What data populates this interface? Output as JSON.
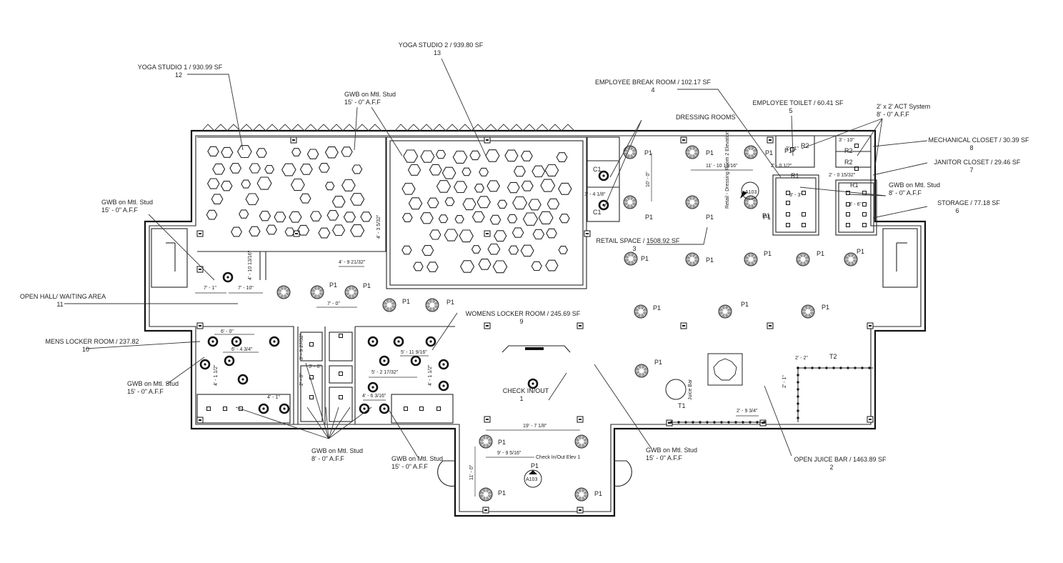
{
  "rooms": [
    {
      "name": "YOGA STUDIO 1 / 930.99 SF",
      "number": "12"
    },
    {
      "name": "YOGA STUDIO 2 / 939.80 SF",
      "number": "13"
    },
    {
      "name": "EMPLOYEE BREAK ROOM / 102.17 SF",
      "number": "4"
    },
    {
      "name": "EMPLOYEE TOILET / 60.41 SF",
      "number": "5"
    },
    {
      "name": "MECHANICAL CLOSET / 30.39 SF",
      "number": "8"
    },
    {
      "name": "JANITOR CLOSET / 29.46 SF",
      "number": "7"
    },
    {
      "name": "STORAGE / 77.18 SF",
      "number": "6"
    },
    {
      "name": "RETAIL SPACE / 1508.92 SF",
      "number": "3"
    },
    {
      "name": "OPEN HALL/ WAITING AREA",
      "number": "11"
    },
    {
      "name": "MENS LOCKER ROOM / 237.82",
      "number": "10"
    },
    {
      "name": "WOMENS LOCKER ROOM / 245.69 SF",
      "number": "9"
    },
    {
      "name": "CHECK IN/OUT",
      "number": "1"
    },
    {
      "name": "OPEN JUICE BAR / 1463.89 SF",
      "number": "2"
    }
  ],
  "notes": {
    "dressing_rooms": "DRESSING ROOMS",
    "act_system_1": "2' x 2' ACT System",
    "act_system_2": "8' - 0\" A.F.F",
    "gwb_top_1": "GWB on Mtl. Stud",
    "gwb_top_2": "15' - 0\" A.F.F",
    "gwb_left_1": "GWB on Mtl. Stud",
    "gwb_left_2": "15' - 0\" A.F.F",
    "gwb_mens_1": "GWB on Mtl. Stud",
    "gwb_mens_2": "15' - 0\" A.F.F",
    "gwb_lockers_1": "GWB on Mtl. Stud",
    "gwb_lockers_2": "8' - 0\" A.F.F",
    "gwb_womens_1": "GWB on Mtl. Stud",
    "gwb_womens_2": "15' - 0\" A.F.F",
    "gwb_checkin_1": "GWB on Mtl. Stud",
    "gwb_checkin_2": "15' - 0\" A.F.F",
    "gwb_storage_1": "GWB on Mtl. Stud",
    "gwb_storage_2": "8' - 0\" A.F.F"
  },
  "tags": {
    "p1": "P1",
    "c1": "C1",
    "r1": "R1",
    "r2": "R2",
    "t1": "T1",
    "t2": "T2",
    "elevation_ref": "A103",
    "retail_elev": "Retail - Dressing Room 2 Elevation",
    "checkin_elev": "Check In/Out Elev 1",
    "juice_bar": "Juice Bar"
  },
  "dimensions": {
    "d1": "7' - 1\"",
    "d2": "7' - 10\"",
    "d3": "4' - 10 13/16\"",
    "d4": "4' - 9 21/32\"",
    "d5": "4' - 3 5/32\"",
    "d6": "7' - 0\"",
    "d7": "10' - 0\"",
    "d8": "11' - 10 13/16\"",
    "d9": "3' - 4 1/8\"",
    "d10": "2' - 0 1/2\"",
    "d11": "2' - 0 15/32\"",
    "d12": "6' - 0\"",
    "d13": "6' - 4 3/4\"",
    "d14": "4' - 1 1/2\"",
    "d15": "4' - 1\"",
    "d16": "3' - 9 27/32\"",
    "d17": "3' - 0\"",
    "d18": "2' - 0\"",
    "d19": "5' - 11 9/16\"",
    "d20": "5' - 2 17/32\"",
    "d21": "4' - 1 1/2\"",
    "d22": "4' - 6 3/16\"",
    "d23": "19' - 7 1/8\"",
    "d24": "9' - 9 5/16\"",
    "d25": "11' - 0\"",
    "d26": "2' - 2\"",
    "d27": "2' - 9 3/4\"",
    "d28": "2' - 1\"",
    "d29": "3' - 10\"",
    "d30": "3' - 3\"",
    "d31": "3' - 6\"",
    "d32": "2' - 1\""
  }
}
